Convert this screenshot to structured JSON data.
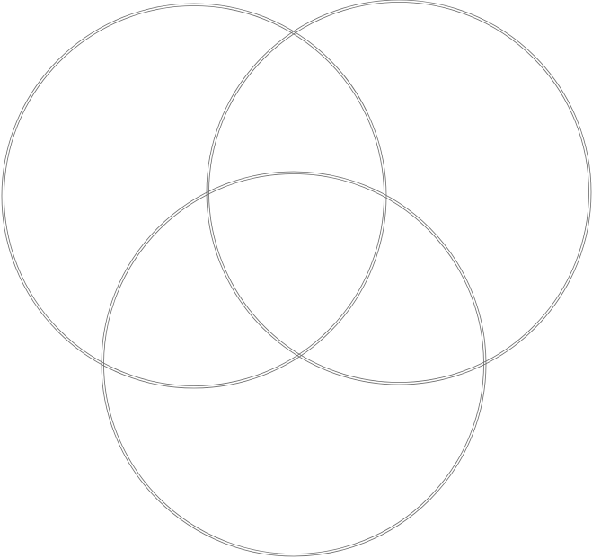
{
  "diagram": {
    "type": "venn",
    "set_count": 3,
    "sets": [
      {
        "id": "set-a",
        "position": "top-left"
      },
      {
        "id": "set-b",
        "position": "top-right"
      },
      {
        "id": "set-c",
        "position": "bottom"
      }
    ],
    "line_color": "#6a6a6a"
  }
}
